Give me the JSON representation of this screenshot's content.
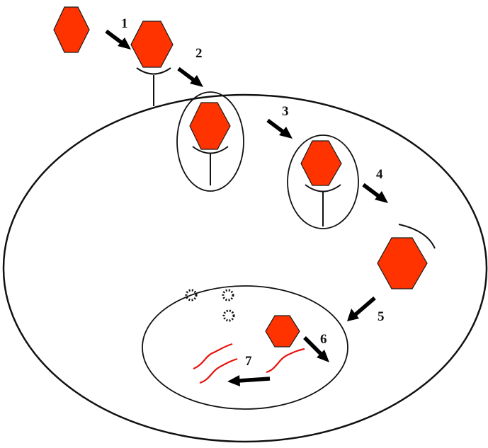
{
  "colors": {
    "virion_fill": "#ff3300",
    "virion_stroke": "#1a1a1a",
    "outline": "#111111",
    "genome_rna": "#e8120c",
    "arrow": "#000000",
    "background": "#ffffff"
  },
  "steps": [
    {
      "number": "1"
    },
    {
      "number": "2"
    },
    {
      "number": "3"
    },
    {
      "number": "4"
    },
    {
      "number": "5"
    },
    {
      "number": "6"
    },
    {
      "number": "7"
    }
  ]
}
